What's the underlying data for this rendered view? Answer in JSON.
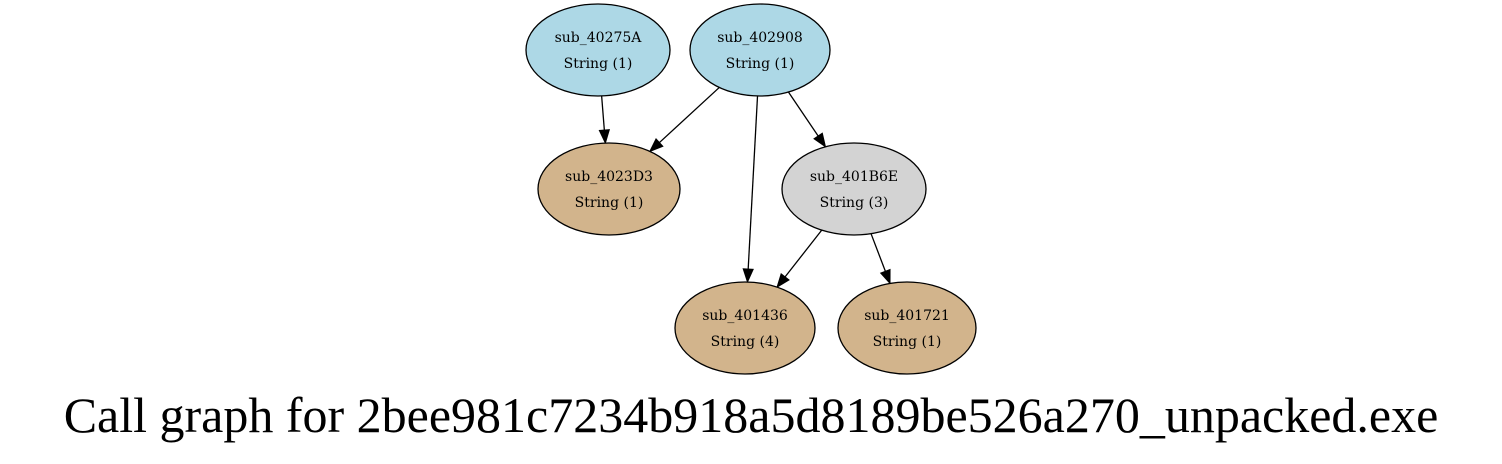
{
  "title": "Call graph for 2bee981c7234b918a5d8189be526a270_unpacked.exe",
  "nodes": [
    {
      "id": "sub_40275A",
      "label": "sub_40275A",
      "sublabel": "String (1)",
      "fill": "#add8e6"
    },
    {
      "id": "sub_402908",
      "label": "sub_402908",
      "sublabel": "String (1)",
      "fill": "#add8e6"
    },
    {
      "id": "sub_4023D3",
      "label": "sub_4023D3",
      "sublabel": "String (1)",
      "fill": "#d2b48c"
    },
    {
      "id": "sub_401B6E",
      "label": "sub_401B6E",
      "sublabel": "String (3)",
      "fill": "#d3d3d3"
    },
    {
      "id": "sub_401436",
      "label": "sub_401436",
      "sublabel": "String (4)",
      "fill": "#d2b48c"
    },
    {
      "id": "sub_401721",
      "label": "sub_401721",
      "sublabel": "String (1)",
      "fill": "#d2b48c"
    }
  ],
  "edges": [
    {
      "from": "sub_40275A",
      "to": "sub_4023D3"
    },
    {
      "from": "sub_402908",
      "to": "sub_4023D3"
    },
    {
      "from": "sub_402908",
      "to": "sub_401B6E"
    },
    {
      "from": "sub_402908",
      "to": "sub_401436"
    },
    {
      "from": "sub_401B6E",
      "to": "sub_401436"
    },
    {
      "from": "sub_401B6E",
      "to": "sub_401721"
    }
  ]
}
